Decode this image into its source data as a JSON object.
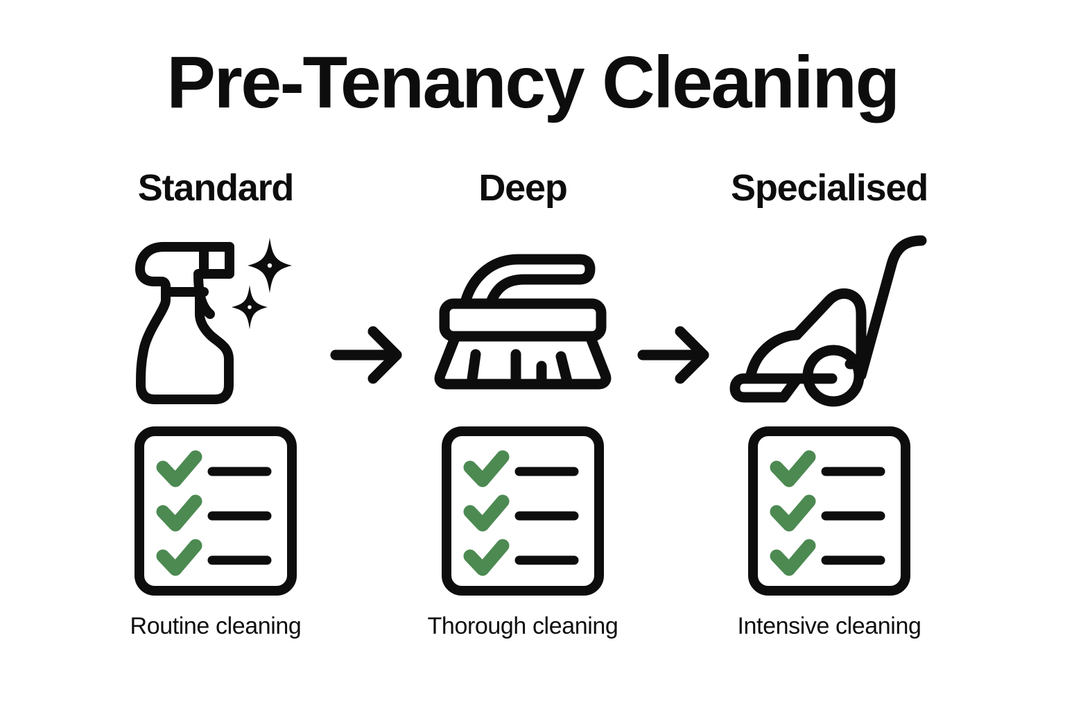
{
  "page": {
    "title": "Pre-Tenancy Cleaning",
    "background_color": "#ffffff",
    "ink_color": "#0d0d0d",
    "accent_green": "#4c8a52"
  },
  "columns": [
    {
      "heading": "Standard",
      "icon": "spray-bottle-icon",
      "caption": "Routine cleaning",
      "checklist": {
        "rows": 3,
        "check_color": "#4c8a52",
        "line_color": "#0d0d0d"
      }
    },
    {
      "heading": "Deep",
      "icon": "scrub-brush-icon",
      "caption": "Thorough cleaning",
      "checklist": {
        "rows": 3,
        "check_color": "#4c8a52",
        "line_color": "#0d0d0d"
      }
    },
    {
      "heading": "Specialised",
      "icon": "vacuum-cleaner-icon",
      "caption": "Intensive cleaning",
      "checklist": {
        "rows": 3,
        "check_color": "#4c8a52",
        "line_color": "#0d0d0d"
      }
    }
  ],
  "connectors": [
    {
      "name": "arrow-right-icon",
      "from": "Standard",
      "to": "Deep"
    },
    {
      "name": "arrow-right-icon",
      "from": "Deep",
      "to": "Specialised"
    }
  ]
}
